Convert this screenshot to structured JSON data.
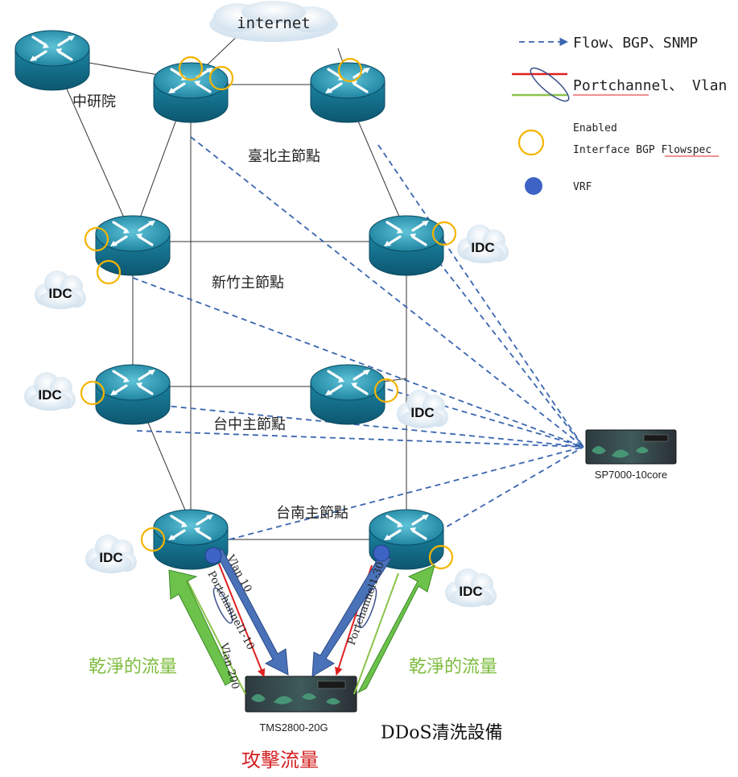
{
  "colors": {
    "dashed_link": "#3a66b0",
    "portchannel": "#e02020",
    "vlan": "#8bc34a",
    "bgp_ring": "#f5b400",
    "vrf": "#3d63c4",
    "clean_arrow": "#6cc24a",
    "attack_arrow": "#4a72b8",
    "attack_text": "#d32020",
    "clean_text": "#7cbc3c"
  },
  "legend": {
    "flow": "Flow、BGP、SNMP",
    "portchannel_vlan": "Portchannel、 Vlan",
    "enabled_line1": "Enabled",
    "enabled_line2": "Interface BGP Flowspec",
    "vrf": "VRF"
  },
  "labels": {
    "internet": "internet",
    "academia_sinica": "中研院",
    "taipei": "臺北主節點",
    "hsinchu": "新竹主節點",
    "taichung": "台中主節點",
    "tainan": "台南主節點",
    "idc": "IDC",
    "sp7000": "SP7000-10core",
    "tms2800": "TMS2800-20G",
    "ddos_device": "DDoS清洗設備",
    "attack_traffic": "攻擊流量",
    "clean_traffic": "乾淨的流量",
    "vlan_left_top": "Vlan 10",
    "portchannel_left": "Portchannel1-10",
    "vlan_left_bottom": "Vlan 200",
    "portchannel_right": "Portchannel1-30"
  }
}
